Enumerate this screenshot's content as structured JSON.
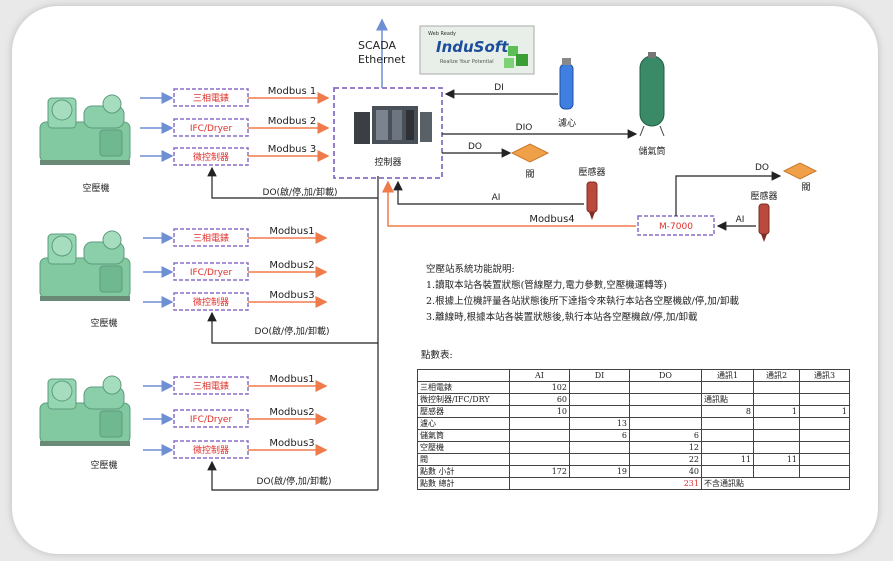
{
  "header": {
    "scada": "SCADA",
    "ethernet": "Ethernet",
    "logo_text": "InduSoft",
    "logo_small": "Web Ready",
    "logo_tagline": "Realize Your Potential"
  },
  "compressor_label": "空壓機",
  "rows": [
    {
      "power": "三相電錶",
      "dryer": "IFC/Dryer",
      "ctrl": "微控制器",
      "m1": "Modbus 1",
      "m2": "Modbus 2",
      "m3": "Modbus 3",
      "do": "DO(啟/停,加/卸載)"
    },
    {
      "power": "三相電錶",
      "dryer": "IFC/Dryer",
      "ctrl": "微控制器",
      "m1": "Modbus1",
      "m2": "Modbus2",
      "m3": "Modbus3",
      "do": "DO(啟/停,加/卸載)"
    },
    {
      "power": "三相電錶",
      "dryer": "IFC/Dryer",
      "ctrl": "微控制器",
      "m1": "Modbus1",
      "m2": "Modbus2",
      "m3": "Modbus3",
      "do": "DO(啟/停,加/卸載)"
    }
  ],
  "controller": {
    "label": "控制器",
    "di": "DI",
    "dio": "DIO",
    "do": "DO",
    "ai": "AI",
    "modbus4": "Modbus4"
  },
  "devices": {
    "filter": "濾心",
    "tank": "儲氣筒",
    "valve": "閥",
    "pressure": "壓感器",
    "m7000": "M-7000",
    "do2": "DO",
    "ai2": "AI"
  },
  "notes": {
    "title": "空壓站系統功能說明:",
    "items": [
      "1.讀取本站各裝置狀態(管線壓力,電力參數,空壓機運轉等)",
      "2.根據上位機評量各站狀態後所下達指令來執行本站各空壓機啟/停,加/卸載",
      "3.離線時,根據本站各裝置狀態後,執行本站各空壓機啟/停,加/卸載"
    ]
  },
  "points_table": {
    "title": "點數表:",
    "headers": [
      "",
      "AI",
      "DI",
      "DO",
      "通訊1",
      "通訊2",
      "通訊3"
    ],
    "rows": [
      [
        "三相電錶",
        "102",
        "",
        "",
        "",
        "",
        ""
      ],
      [
        "微控制器/IFC/DRY",
        "60",
        "",
        "",
        "通訊點",
        "",
        ""
      ],
      [
        "壓感器",
        "10",
        "",
        "",
        "8",
        "1",
        "1"
      ],
      [
        "濾心",
        "",
        "13",
        "",
        "",
        "",
        ""
      ],
      [
        "儲氣筒",
        "",
        "6",
        "6",
        "",
        "",
        ""
      ],
      [
        "空壓機",
        "",
        "",
        "12",
        "",
        "",
        ""
      ],
      [
        "閥",
        "",
        "",
        "22",
        "11",
        "11",
        ""
      ],
      [
        "點數 小計",
        "172",
        "19",
        "40",
        "",
        "",
        ""
      ]
    ],
    "total_label": "點數 總計",
    "total_value": "231",
    "total_note": "不含通訊點"
  },
  "colors": {
    "arrow_blue": "#6e8fd4",
    "arrow_orange": "#ef7b4a",
    "dash_purple": "#8a6fc8",
    "text_red": "#e0302a",
    "valve": "#f0a048",
    "gauge": "#b94a3c",
    "filter": "#3f7fe0",
    "tank": "#3a8a68",
    "compressor": "#82c9a2"
  }
}
